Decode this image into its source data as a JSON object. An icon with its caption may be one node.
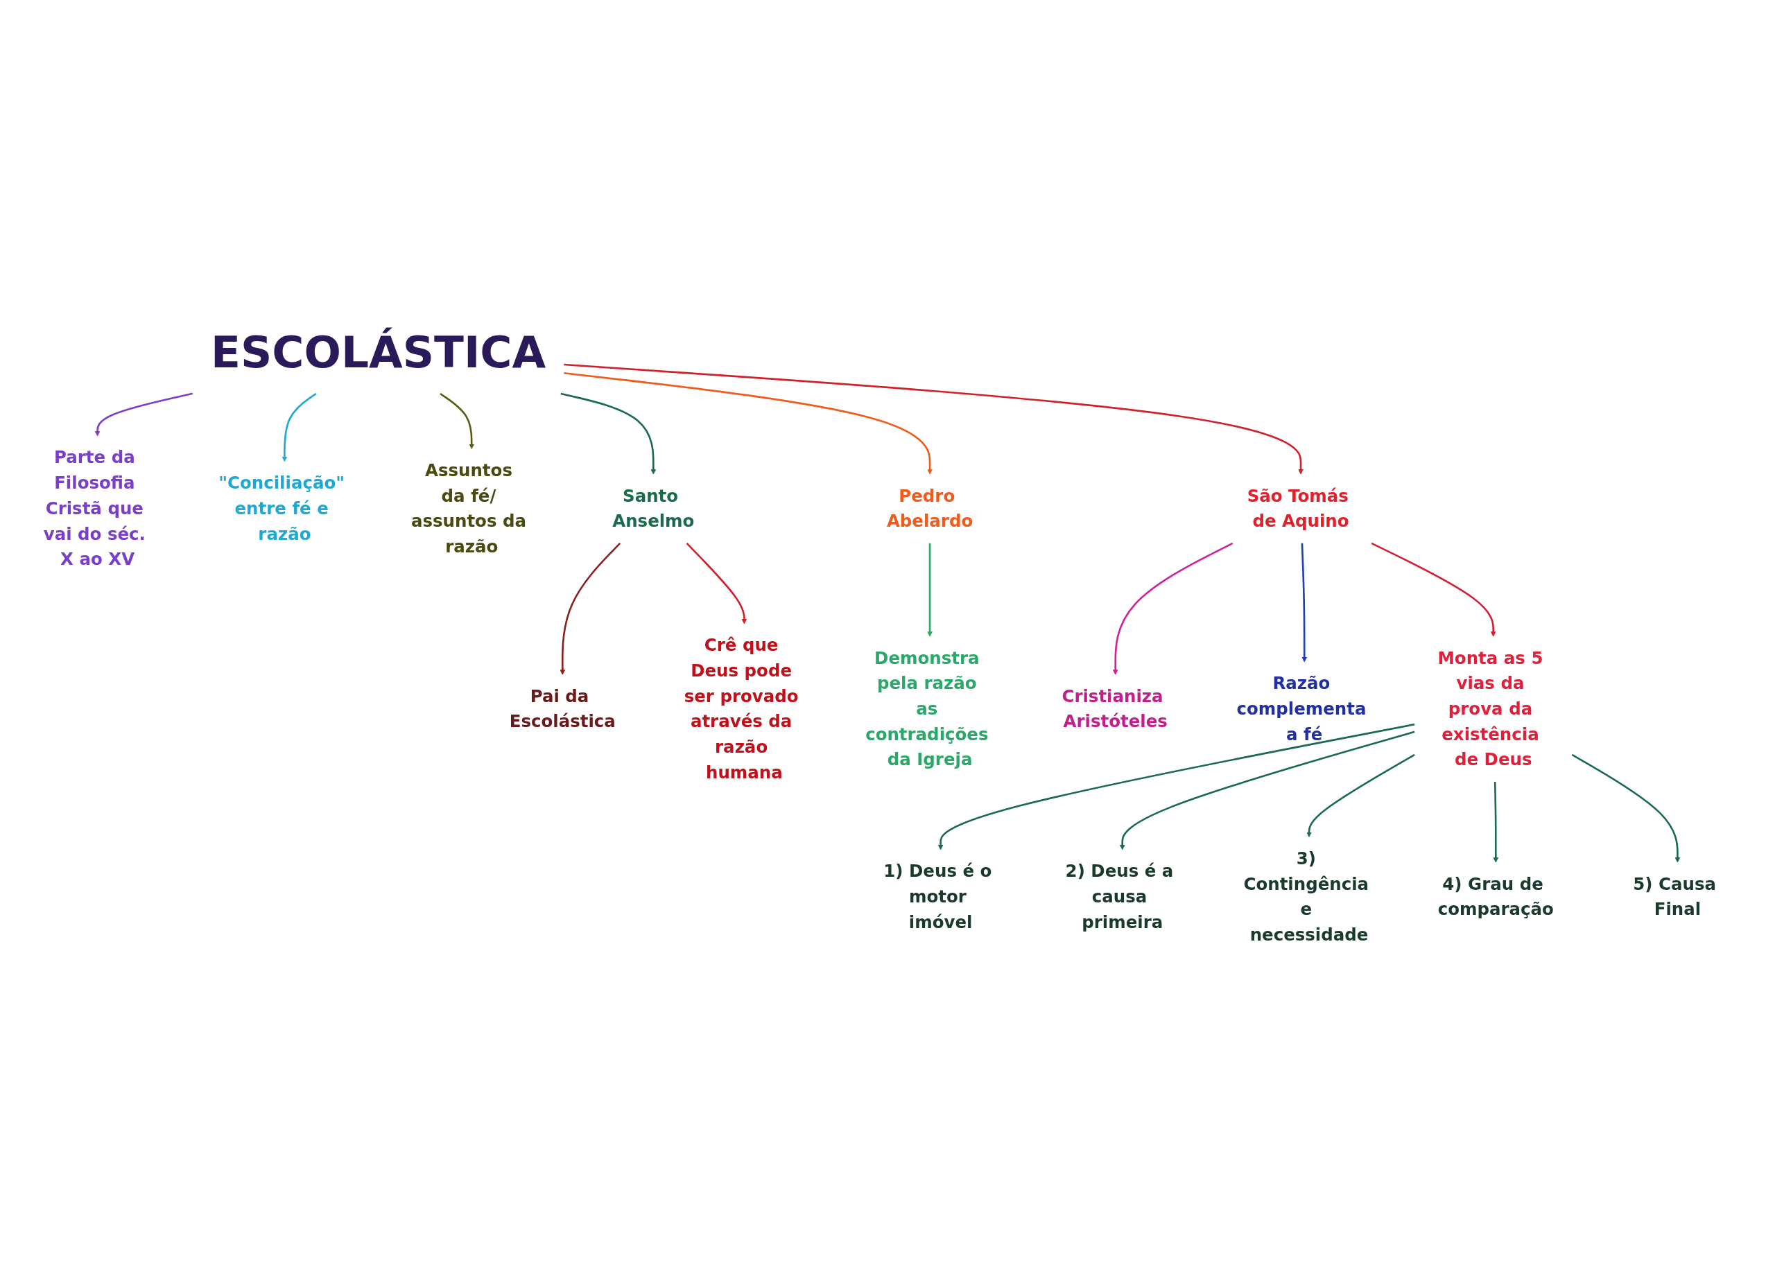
{
  "diagram": {
    "nodes": [
      {
        "text": [
          "ESCOLÁSTICA"
        ]
      },
      {
        "text": [
          "Parte da Filosofia Cristã que vai do séc. X ao XV"
        ]
      },
      {
        "text": [
          "\"Conciliação\" entre fé e razão"
        ]
      },
      {
        "text": [
          "Assuntos da fé/ assuntos da razão"
        ]
      },
      {
        "text": [
          "Santo Anselmo"
        ]
      },
      {
        "text": [
          "Pai da Escolástica"
        ]
      },
      {
        "text": [
          "Crê que Deus pode ser provado através da razão humana"
        ]
      },
      {
        "text": [
          "Pedro Abelardo"
        ]
      },
      {
        "text": [
          "Demonstra pela razão as contradições da Igreja"
        ]
      },
      {
        "text": [
          "São Tomás de Aquino"
        ]
      },
      {
        "text": [
          "Cristianiza Aristóteles"
        ]
      },
      {
        "text": [
          "Razão complementa a fé"
        ]
      },
      {
        "text": [
          "Monta as 5 vias da prova da existência de Deus"
        ]
      },
      {
        "text": [
          "1) Deus é o motor imóvel"
        ]
      },
      {
        "text": [
          "2) Deus é a causa primeira"
        ]
      },
      {
        "text": [
          "3) Contingência e necessidade"
        ]
      },
      {
        "text": [
          "4) Grau de comparação"
        ]
      },
      {
        "text": [
          "5) Causa Final"
        ]
      }
    ],
    "edges": [
      {
        "from": 0,
        "to": 1,
        "arrow": "to",
        "color": "#7a3fc8"
      },
      {
        "from": 0,
        "to": 2,
        "arrow": "to",
        "color": "#1fa8d0"
      },
      {
        "from": 0,
        "to": 3,
        "arrow": "to",
        "color": "#5a5a10"
      },
      {
        "from": 0,
        "to": 4,
        "arrow": "to",
        "color": "#1a6b4a"
      },
      {
        "from": 4,
        "to": 5,
        "arrow": "to",
        "color": "#8a1f1f"
      },
      {
        "from": 4,
        "to": 6,
        "arrow": "to",
        "color": "#d0202a"
      },
      {
        "from": 0,
        "to": 7,
        "arrow": "to",
        "color": "#f05a1a"
      },
      {
        "from": 7,
        "to": 8,
        "arrow": "to",
        "color": "#2aa86a"
      },
      {
        "from": 0,
        "to": 9,
        "arrow": "to",
        "color": "#d0202a"
      },
      {
        "from": 9,
        "to": 10,
        "arrow": "to",
        "color": "#d0209a"
      },
      {
        "from": 9,
        "to": 11,
        "arrow": "to",
        "color": "#2040b0"
      },
      {
        "from": 9,
        "to": 12,
        "arrow": "to",
        "color": "#d0203a"
      },
      {
        "from": 12,
        "to": 13,
        "arrow": "to",
        "color": "#1a6b4a"
      },
      {
        "from": 12,
        "to": 14,
        "arrow": "to",
        "color": "#1a6b4a"
      },
      {
        "from": 12,
        "to": 15,
        "arrow": "to",
        "color": "#1a6b4a"
      },
      {
        "from": 12,
        "to": 16,
        "arrow": "to",
        "color": "#1a6b4a"
      },
      {
        "from": 12,
        "to": 17,
        "arrow": "to",
        "color": "#1a6b4a"
      }
    ]
  }
}
